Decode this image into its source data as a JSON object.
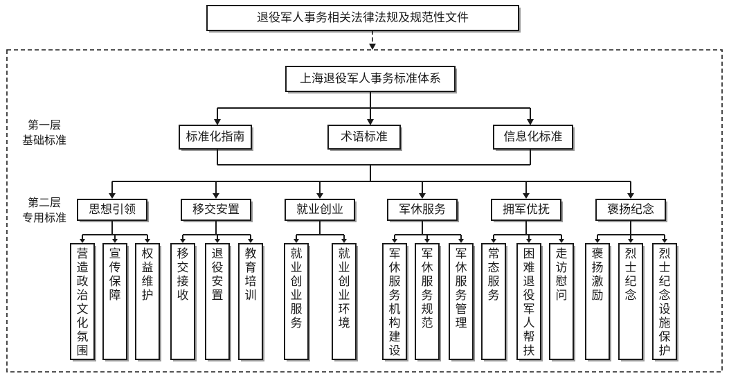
{
  "top": "退役军人事务相关法律法规及规范性文件",
  "root": "上海退役军人事务标准体系",
  "layer1": {
    "line1": "第一层",
    "line2": "基础标准"
  },
  "layer2": {
    "line1": "第二层",
    "line2": "专用标准"
  },
  "basics": [
    "标准化指南",
    "术语标准",
    "信息化标准"
  ],
  "categories": [
    {
      "label": "思想引领",
      "leaves": [
        "营造政治文化氛围",
        "宣传保障",
        "权益维护"
      ]
    },
    {
      "label": "移交安置",
      "leaves": [
        "移交接收",
        "退役安置",
        "教育培训"
      ]
    },
    {
      "label": "就业创业",
      "leaves": [
        "就业创业服务",
        "就业创业环境"
      ]
    },
    {
      "label": "军休服务",
      "leaves": [
        "军休服务机构建设",
        "军休服务规范",
        "军休服务管理"
      ]
    },
    {
      "label": "拥军优抚",
      "leaves": [
        "常态服务",
        "困难退役军人帮扶",
        "走访慰问"
      ]
    },
    {
      "label": "褒扬纪念",
      "leaves": [
        "褒扬激励",
        "烈士纪念",
        "烈士纪念设施保护"
      ]
    }
  ]
}
